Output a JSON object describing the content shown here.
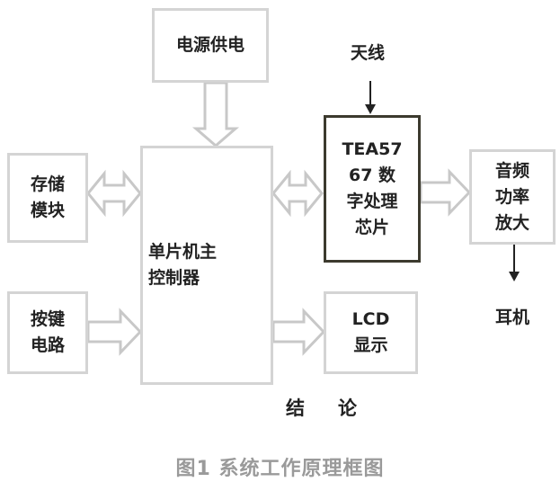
{
  "blocks": {
    "power": [
      "电源供电"
    ],
    "storage": [
      "存储",
      "模块"
    ],
    "keys": [
      "按键",
      "电路"
    ],
    "mcu": [
      "单片机主",
      "控制器"
    ],
    "tea": [
      "TEA57",
      "67 数",
      "字处理",
      "芯片"
    ],
    "lcd": [
      "LCD",
      "显示"
    ],
    "amp": [
      "音频",
      "功率",
      "放大"
    ]
  },
  "labels": {
    "antenna": "天线",
    "earphone": "耳机",
    "conclusion": "结　论"
  },
  "caption": "图1 系统工作原理框图",
  "colors": {
    "light_border": "#d4d4d4",
    "dark_border": "#3c3a2e",
    "arrow_outline": "#c8c8c8",
    "caption": "#9a9a9a"
  }
}
